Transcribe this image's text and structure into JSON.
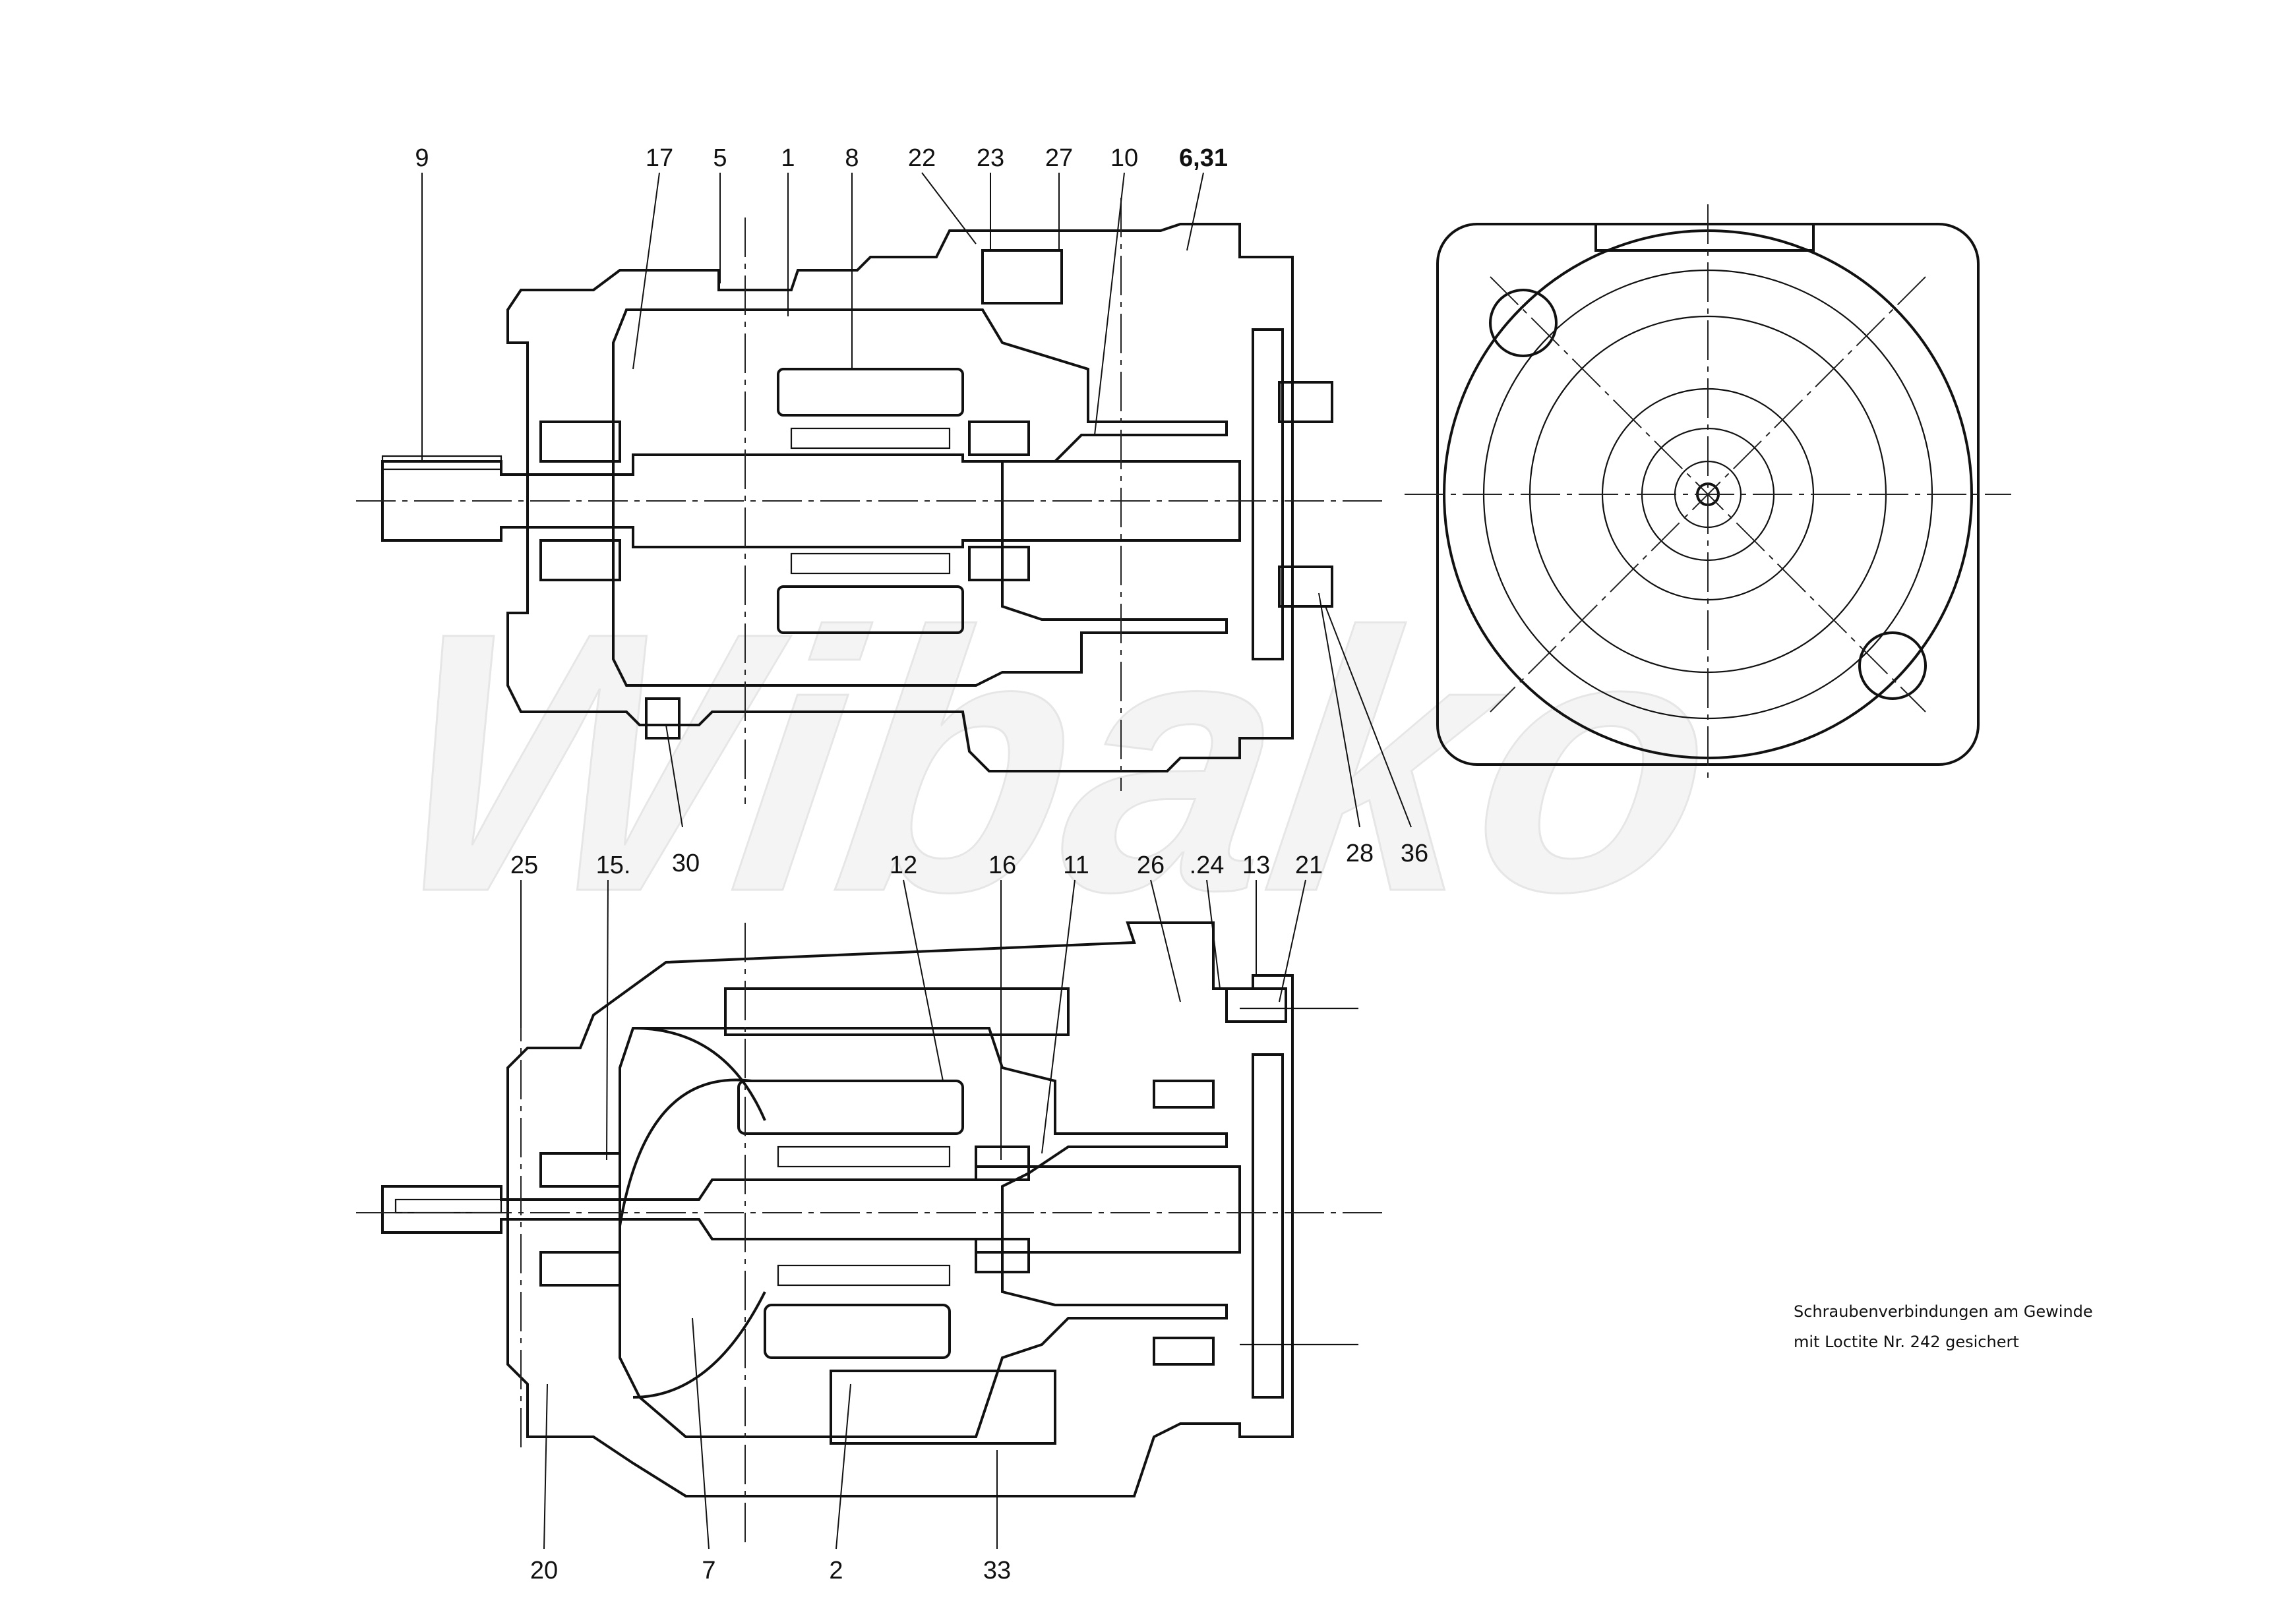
{
  "colors": {
    "ink": "#111111",
    "paper": "#ffffff",
    "watermark": "#f4f4f4"
  },
  "watermark": {
    "text": "Wibako"
  },
  "note": {
    "line1": "Schraubenverbindungen am Gewinde",
    "line2": "mit Loctite Nr. 242 gesichert"
  },
  "top_view_callouts": [
    {
      "id": "c9",
      "label": "9"
    },
    {
      "id": "c17",
      "label": "17"
    },
    {
      "id": "c5",
      "label": "5"
    },
    {
      "id": "c1",
      "label": "1"
    },
    {
      "id": "c8",
      "label": "8"
    },
    {
      "id": "c22",
      "label": "22"
    },
    {
      "id": "c23",
      "label": "23"
    },
    {
      "id": "c27",
      "label": "27"
    },
    {
      "id": "c10",
      "label": "10"
    },
    {
      "id": "c631",
      "label": "6,31"
    },
    {
      "id": "c30",
      "label": "30"
    },
    {
      "id": "c28",
      "label": "28"
    },
    {
      "id": "c36",
      "label": "36"
    }
  ],
  "bottom_view_callouts": [
    {
      "id": "c25",
      "label": "25"
    },
    {
      "id": "c15",
      "label": "15."
    },
    {
      "id": "c12",
      "label": "12"
    },
    {
      "id": "c16",
      "label": "16"
    },
    {
      "id": "c11",
      "label": "11"
    },
    {
      "id": "c26",
      "label": "26"
    },
    {
      "id": "c24",
      "label": ".24"
    },
    {
      "id": "c13",
      "label": "13"
    },
    {
      "id": "c21",
      "label": "21"
    },
    {
      "id": "c20",
      "label": "20"
    },
    {
      "id": "c7",
      "label": "7"
    },
    {
      "id": "c2",
      "label": "2"
    },
    {
      "id": "c33",
      "label": "33"
    }
  ]
}
